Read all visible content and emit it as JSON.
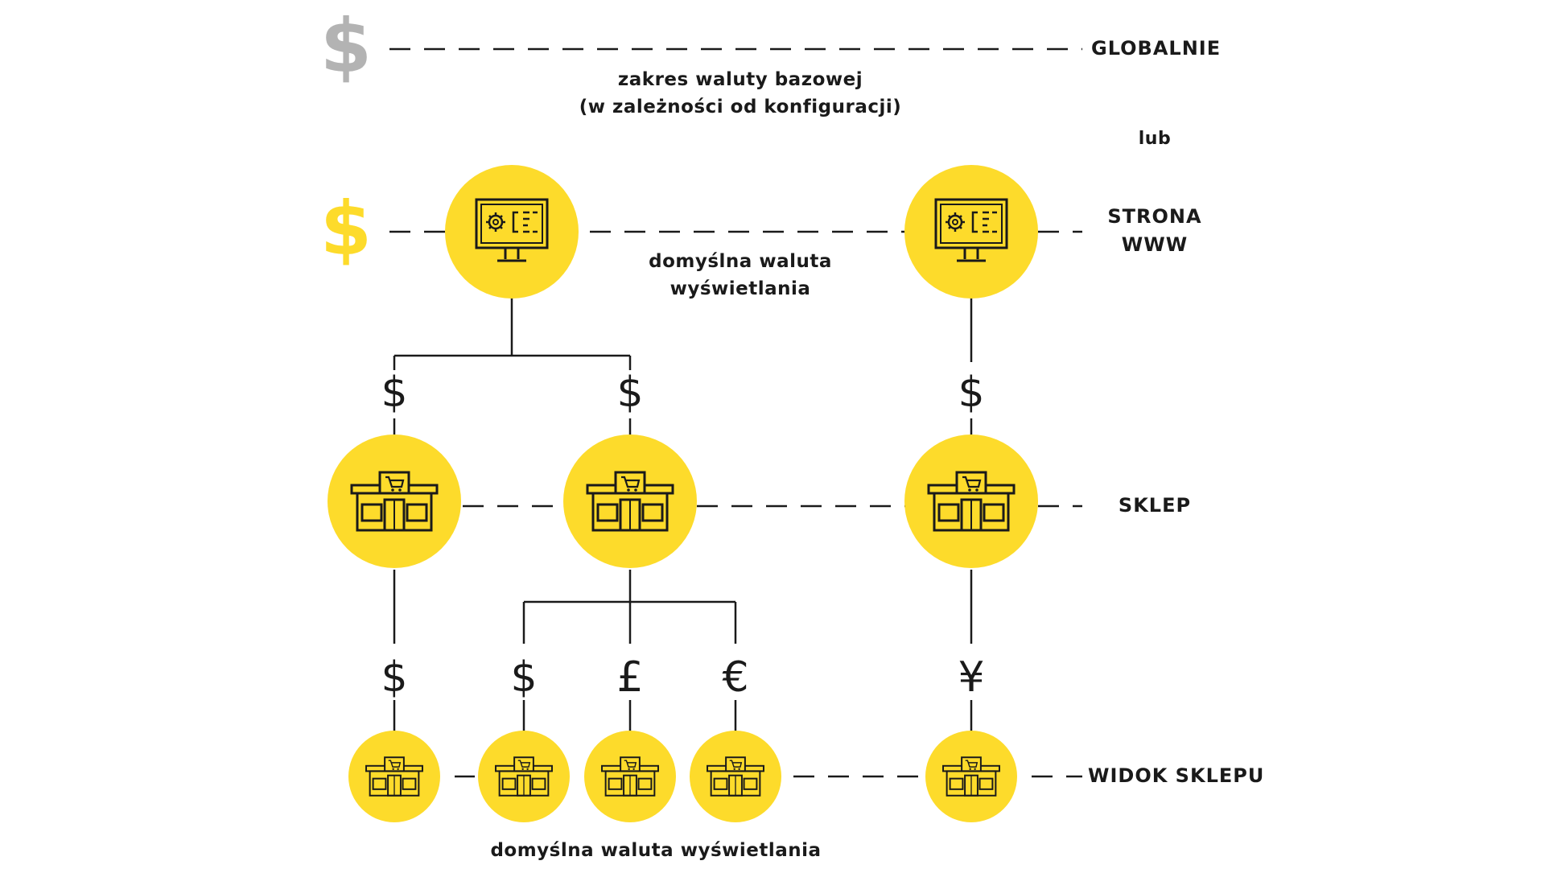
{
  "colors": {
    "node": "#FDDB2B",
    "line": "#1a1a1a",
    "global_currency": "#b3b3b3",
    "website_currency": "#FDDB2B"
  },
  "levels": {
    "global": "GLOBALNIE",
    "or": "lub",
    "website_line1": "STRONA",
    "website_line2": "WWW",
    "store": "SKLEP",
    "store_view": "WIDOK SKLEPU"
  },
  "notes": {
    "base_currency_line1": "zakres waluty bazowej",
    "base_currency_line2": "(w zależności od konfiguracji)",
    "default_display_line1": "domyślna waluta",
    "default_display_line2": "wyświetlania",
    "default_display_bottom": "domyślna waluta wyświetlania"
  },
  "symbols": {
    "global": "$",
    "website": "$",
    "store_1": "$",
    "store_2": "$",
    "store_3": "$",
    "view_1": "$",
    "view_2": "$",
    "view_3": "£",
    "view_4": "€",
    "view_5": "¥"
  },
  "icons": {
    "website_node": "computer-settings-icon",
    "store_node": "storefront-cart-icon",
    "store_view_node": "storefront-cart-icon"
  }
}
